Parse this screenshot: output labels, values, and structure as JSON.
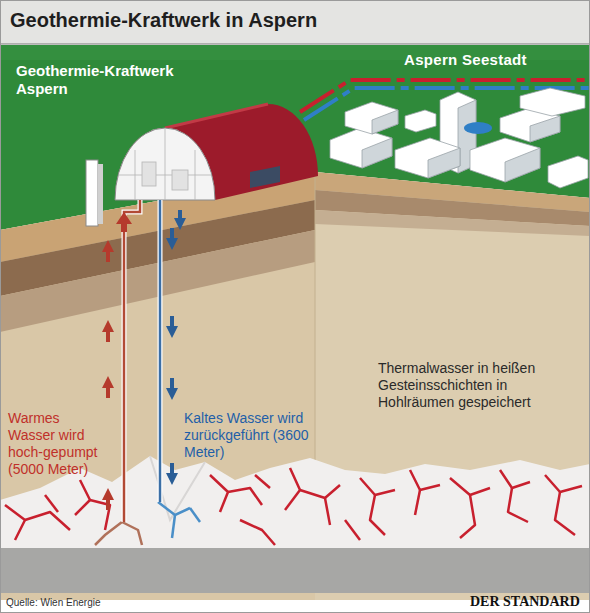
{
  "diagram": {
    "title": "Geothermie-Kraftwerk in Aspern",
    "caption": "Quelle: Wien Energie",
    "labels": [
      "Geothermie-Kraftwerk Aspern",
      "Aspern Seestadt",
      "Warmes Wasser wird hoch-gepumpt (5000 Meter)",
      "Kaltes Wasser wird zurückgeführt (3600 Meter)",
      "Thermalwasser in heißen Gesteinsschichten in Hohlräumen gespeichert",
      "DER STANDARD"
    ]
  }
}
